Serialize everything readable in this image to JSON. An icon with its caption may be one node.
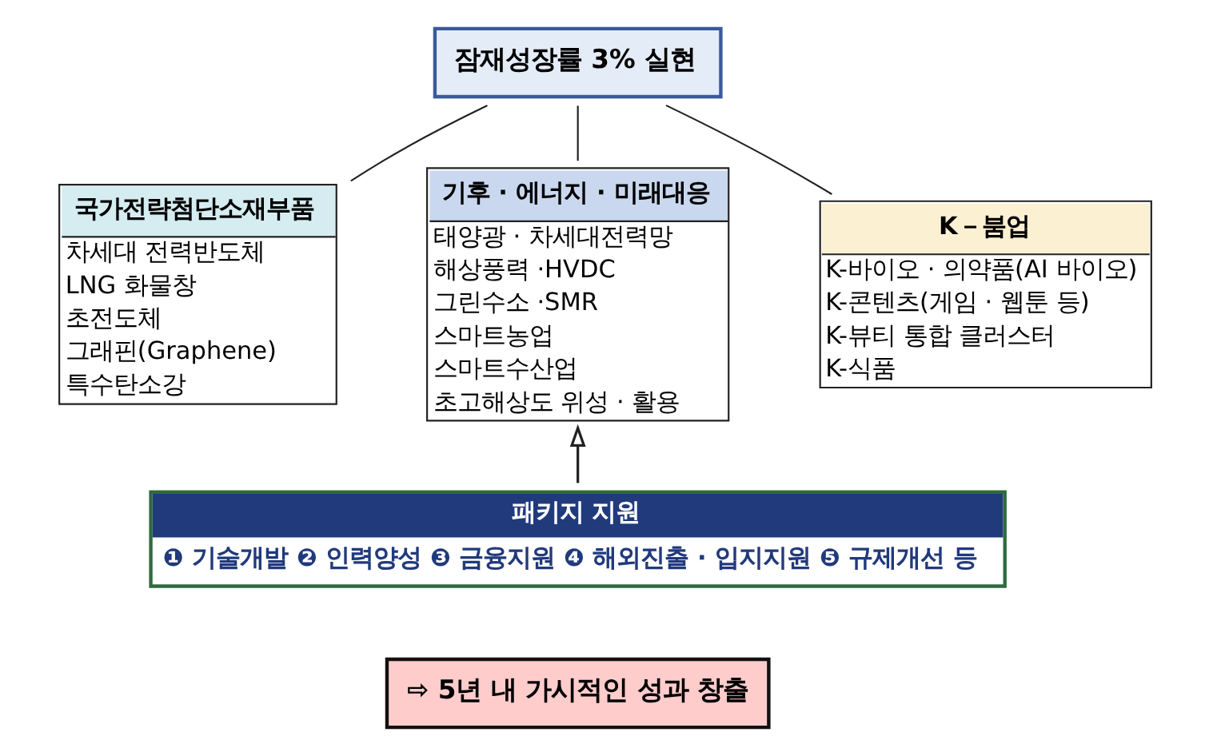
{
  "diagram": {
    "nodes": [
      {
        "text": [
          "잠재성장률 3% 실현"
        ]
      },
      {
        "text": [
          "국가전략첨단소재부품",
          "차세대 전력반도체",
          "LNG 화물창",
          "초전도체",
          "그래핀(Graphene)",
          "특수탄소강"
        ]
      },
      {
        "text": [
          "기후 · 에너지 · 미래대응",
          "태양광 · 차세대전력망",
          "해상풍력 ·HVDC",
          "그린수소 ·SMR",
          "스마트농업",
          "스마트수산업",
          "초고해상도 위성 · 활용"
        ]
      },
      {
        "text": [
          "K－붐업",
          "K-바이오 · 의약품(AI 바이오)",
          "K-콘텐츠(게임 · 웹툰 등)",
          "K-뷰티 통합 클러스터",
          "K-식품"
        ]
      },
      {
        "text": [
          "패키지 지원",
          "❶ 기술개발 ❷ 인력양성 ❸ 금융지원 ❹ 해외진출 · 입지지원 ❺ 규제개선 등"
        ]
      },
      {
        "text": [
          "⇨ 5년 내 가시적인 성과 창출"
        ]
      }
    ],
    "edges": [
      {
        "from": 0,
        "to": 1,
        "arrow": "none"
      },
      {
        "from": 0,
        "to": 2,
        "arrow": "none"
      },
      {
        "from": 0,
        "to": 3,
        "arrow": "none"
      },
      {
        "from": 4,
        "to": 2,
        "arrow": "to"
      }
    ]
  }
}
